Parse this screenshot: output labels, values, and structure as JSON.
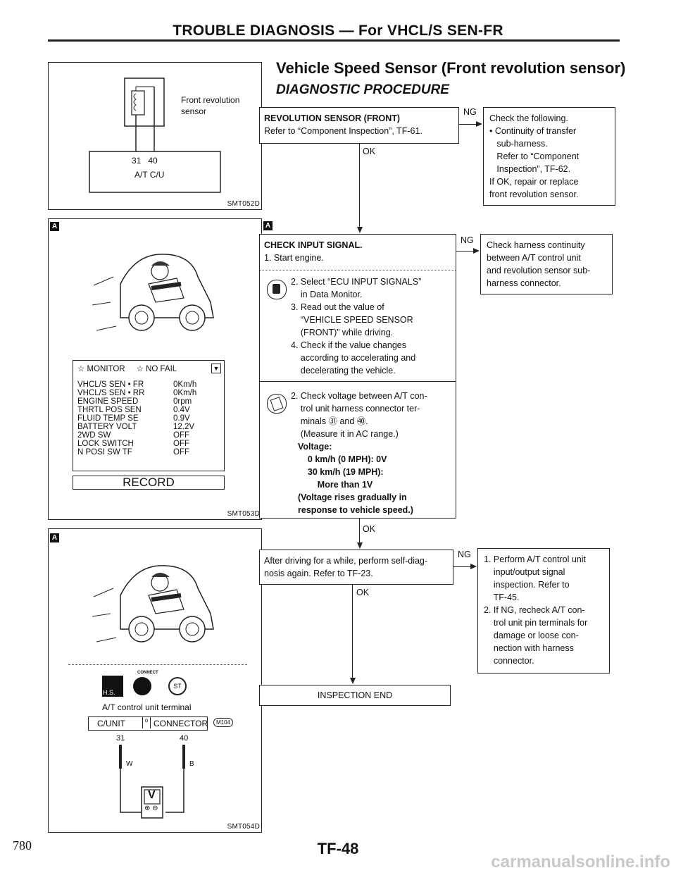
{
  "header": {
    "title": "TROUBLE DIAGNOSIS — For VHCL/S SEN-FR"
  },
  "section": {
    "title": "Vehicle Speed Sensor (Front revolution sensor)",
    "subtitle": "DIAGNOSTIC PROCEDURE"
  },
  "fig1": {
    "sensor_label_1": "Front revolution",
    "sensor_label_2": "sensor",
    "terminals": "31   40",
    "unit": "A/T C/U",
    "code": "SMT052D"
  },
  "fig2": {
    "badge": "A",
    "monitor_header": "☆ MONITOR     ☆ NO FAIL",
    "rows": [
      {
        "name": "VHCL/S SEN • FR",
        "value": "0Km/h"
      },
      {
        "name": "VHCL/S SEN • RR",
        "value": "0Km/h"
      },
      {
        "name": "ENGINE SPEED",
        "value": "0rpm"
      },
      {
        "name": "THRTL POS SEN",
        "value": "0.4V"
      },
      {
        "name": "FLUID TEMP SE",
        "value": "0.9V"
      },
      {
        "name": "BATTERY VOLT",
        "value": "12.2V"
      },
      {
        "name": "2WD SW",
        "value": "OFF"
      },
      {
        "name": "LOCK SWITCH",
        "value": "OFF"
      },
      {
        "name": "N POSI SW TF",
        "value": "OFF"
      }
    ],
    "record": "RECORD",
    "code": "SMT053D"
  },
  "fig3": {
    "badge": "A",
    "connect": "CONNECT",
    "hs": "H.S.",
    "st": "ST",
    "caption": "A/T control unit terminal",
    "cunit": "C/UNIT",
    "connector": "CONNECTOR",
    "conn_id": "M104",
    "t31": "31",
    "t40": "40",
    "w": "W",
    "bwire": "B",
    "meter": "V",
    "code": "SMT054D"
  },
  "flow": {
    "box1_title": "REVOLUTION SENSOR (FRONT)",
    "box1_text": "Refer to “Component Inspection”, TF-61.",
    "ng1": "NG",
    "ok1": "OK",
    "r1": "Check the following.\n• Continuity of transfer\n   sub-harness.\n   Refer to “Component\n   Inspection”, TF-62.\nIf OK, repair or replace\nfront revolution sensor.",
    "badge": "A",
    "box2_title": "CHECK INPUT SIGNAL.",
    "box2_step1": "1. Start engine.",
    "box2_consult": "2. Select “ECU INPUT SIGNALS”\n    in Data Monitor.\n3. Read out the value of\n    “VEHICLE SPEED SENSOR\n    (FRONT)” while driving.\n4. Check if the value changes\n    according to accelerating and\n    decelerating the vehicle.",
    "box2_tester": "2. Check voltage between A/T con-\n    trol unit harness connector ter-\n    minals ㉛ and ㊵.\n    (Measure it in AC range.)",
    "box2_voltage": "Voltage:\n    0 km/h (0 MPH): 0V\n    30 km/h (19 MPH):\n        More than 1V\n(Voltage rises gradually in\nresponse to vehicle speed.)",
    "ng2": "NG",
    "r2": "Check harness continuity\nbetween A/T control unit\nand revolution sensor sub-\nharness connector.",
    "ok2": "OK",
    "box3": "After driving for a while, perform self-diag-\nnosis again. Refer to TF-23.",
    "ng3": "NG",
    "r3": "1. Perform A/T control unit\n    input/output signal\n    inspection. Refer to\n    TF-45.\n2. If NG, recheck A/T con-\n    trol unit pin terminals for\n    damage or loose con-\n    nection with harness\n    connector.",
    "ok3": "OK",
    "end": "INSPECTION END"
  },
  "footer": {
    "page_left": "780",
    "page_center": "TF-48",
    "watermark": "carmanualsonline.info"
  }
}
